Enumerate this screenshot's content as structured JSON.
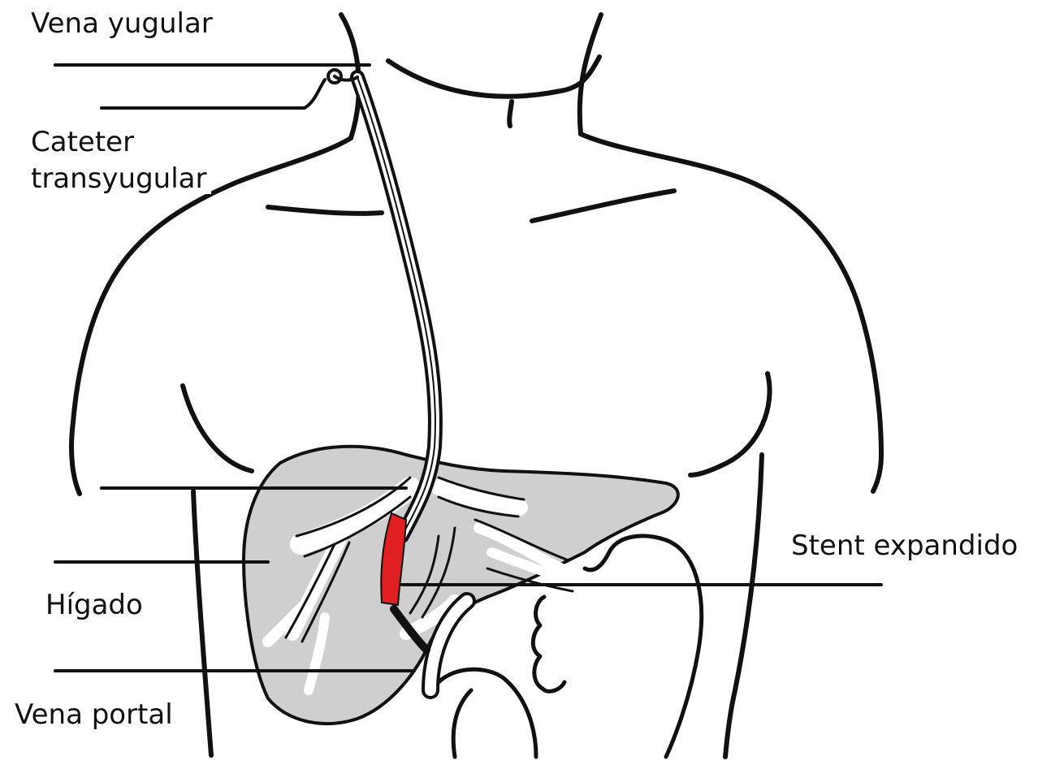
{
  "labels": {
    "jugular_vein": "Vena yugular",
    "catheter_line1": "Cateter",
    "catheter_line2": "transyugular",
    "liver": "Hígado",
    "portal_vein": "Vena portal",
    "stent": "Stent expandido"
  },
  "colors": {
    "ink": "#111111",
    "liver_fill": "#cfcfcf",
    "stent": "#e02020",
    "background": "#ffffff"
  }
}
